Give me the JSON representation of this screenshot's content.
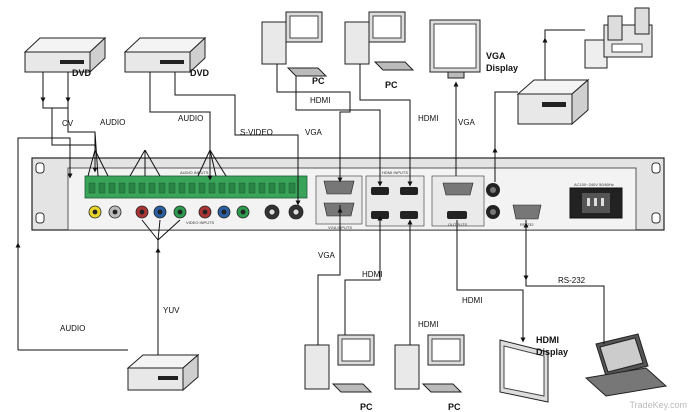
{
  "labels": {
    "dvd": "DVD",
    "pc": "PC",
    "vga_display": "VGA\nDisplay",
    "hdmi_display": "HDMI\nDisplay",
    "cv": "CV",
    "audio": "AUDIO",
    "s_video": "S-VIDEO",
    "hdmi": "HDMI",
    "vga": "VGA",
    "yuv": "YUV",
    "rs232": "RS-232"
  },
  "panel": {
    "audio_inputs": "AUDIO INPUTS",
    "video_inputs": "VIDEO INPUTS",
    "hdmi_inputs": "HDMI INPUTS",
    "vga_inputs": "VGA INPUTS",
    "outputs": "OUTPUTS",
    "power": "AC100~240V 50/60Hz",
    "rs232": "RS-232"
  },
  "watermark": "TradeKey.com"
}
